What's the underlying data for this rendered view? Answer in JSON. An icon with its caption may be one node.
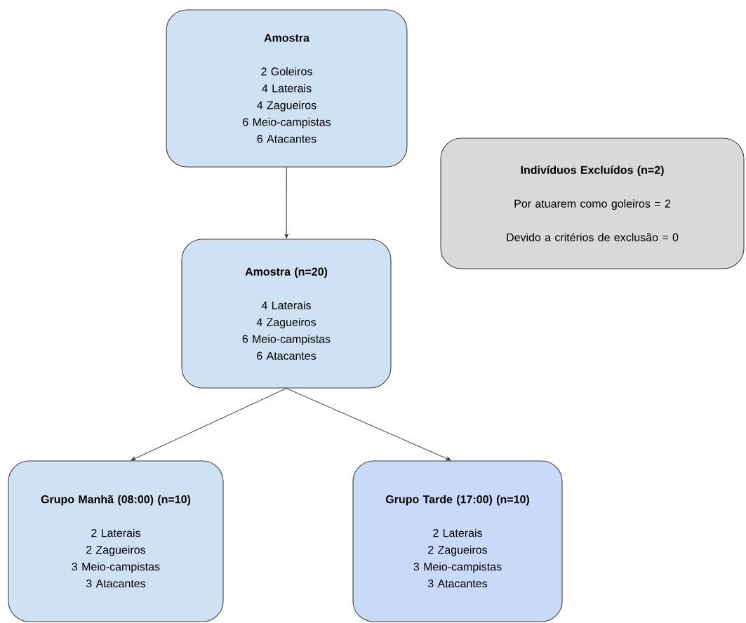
{
  "diagram": {
    "nodes": [
      {
        "text": [
          "Amostra",
          "2 Goleiros",
          "4 Laterais",
          "4 Zagueiros",
          "6 Meio-campistas",
          "6 Atacantes"
        ]
      },
      {
        "text": [
          "Indivíduos Excluídos (n=2)",
          "Por atuarem como goleiros = 2",
          "Devido a critérios de exclusão = 0"
        ]
      },
      {
        "text": [
          "Amostra (n=20)",
          "4 Laterais",
          "4 Zagueiros",
          "6 Meio-campistas",
          "6 Atacantes"
        ]
      },
      {
        "text": [
          "Grupo Manhã (08:00) (n=10)",
          "2 Laterais",
          "2 Zagueiros",
          "3 Meio-campistas",
          "3 Atacantes"
        ]
      },
      {
        "text": [
          "Grupo Tarde (17:00) (n=10)",
          "2 Laterais",
          "2 Zagueiros",
          "3 Meio-campistas",
          "3 Atacantes"
        ]
      }
    ],
    "edges": [
      {
        "from": 0,
        "to": 2,
        "arrow": "to"
      },
      {
        "from": 2,
        "to": 3,
        "arrow": "to"
      },
      {
        "from": 2,
        "to": 4,
        "arrow": "to"
      }
    ]
  }
}
